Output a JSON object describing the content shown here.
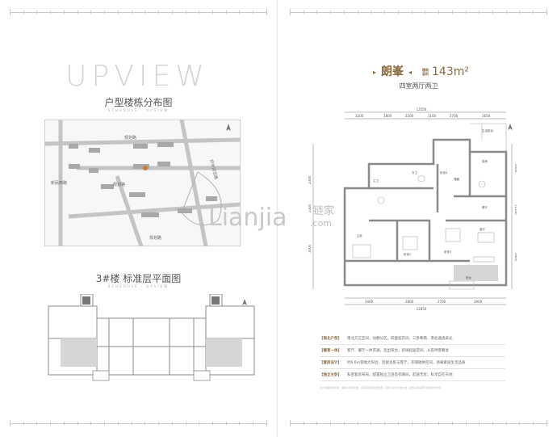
{
  "left_page": {
    "brand_logo": "UPVIEW",
    "site_plan_title": "户型楼栋分布图",
    "site_plan_subtitle_en": "SCHEDULE · UPVIEW",
    "floor_plan_title": "3#楼 标准层平面图",
    "floor_plan_subtitle_en": "SCHEDULE · UPVIEW",
    "site_labels": {
      "road_top": "规划路",
      "road_bottom": "规划路",
      "road_left": "规划路",
      "road_mid": "规划路",
      "road_west": "新民西路",
      "road_east": "环外河沿路"
    }
  },
  "right_page": {
    "unit_name": "朗峯",
    "label_small": "建筑面积",
    "area": "143m²",
    "layout": "四室两厅两卫",
    "dimensions_top_total": "13550",
    "dimensions_top": [
      "3200",
      "1800",
      "2200",
      "1100",
      "2700",
      "1650"
    ],
    "dimensions_bottom": [
      "3400",
      "2800",
      "2700",
      "3900"
    ],
    "dimensions_bottom_total": "12850",
    "dimensions_left": [
      "2300",
      "2300",
      "3100"
    ],
    "dimensions_right": [
      "2600",
      "11350",
      "3900"
    ],
    "room_labels": [
      "主卧",
      "卧室2",
      "卧室3",
      "卧室4",
      "客厅",
      "餐厅",
      "厨房",
      "主卫",
      "次卫",
      "阳台",
      "储藏",
      "生活阳台"
    ],
    "features": [
      {
        "tag": "【南北户型】",
        "text": "南北方正空间，动静分区，四面宽开间，三卧朝南，南北通透采光"
      },
      {
        "tag": "【餐客一体】",
        "text": "客厅、餐厅一体贯通，连出阳台，舒阔起居空间，从容待客聚会"
      },
      {
        "tag": "【套房设计】",
        "text": "约6.6m宽幅大阳台，连接主卧与客厅，衣帽收纳空间，承载家居生活品质"
      },
      {
        "tag": "【独立主卧】",
        "text": "私密套房布局，配置独立卫浴及衣帽间，起居无忧，私享自在天地"
      }
    ],
    "disclaimer": "此户型图仅供参考，面积以实测为准，家具及设施示意性质，实际以交付标准为准，最终以相关部门批准文件为准"
  },
  "watermark": {
    "text": "Lianjia",
    "cn": "链家",
    "com": ".com"
  },
  "colors": {
    "accent": "#8a6a3c",
    "line": "#c8c8c8",
    "wall": "#8a8a8a",
    "shaded": "#d6d6d6"
  }
}
